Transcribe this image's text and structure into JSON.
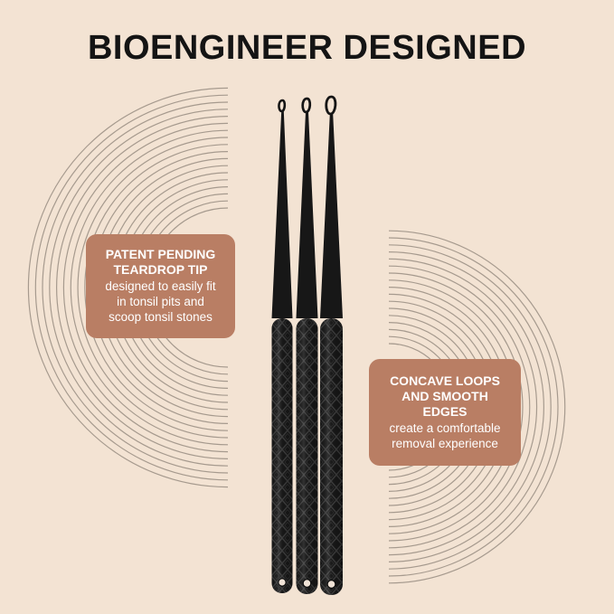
{
  "headline": "BIOENGINEER DESIGNED",
  "callouts": {
    "left": {
      "title_line1": "PATENT PENDING",
      "title_line2": "TEARDROP TIP",
      "body_line1": "designed to easily fit",
      "body_line2": "in tonsil pits and",
      "body_line3": "scoop tonsil stones"
    },
    "right": {
      "title_line1": "CONCAVE LOOPS",
      "title_line2": "AND SMOOTH",
      "title_line3": "EDGES",
      "body_line1": "create a comfortable",
      "body_line2": "removal experience"
    }
  },
  "colors": {
    "background": "#f3e3d3",
    "callout_fill": "#b97e64",
    "tool_black": "#161616",
    "arc_stroke": "#a69a8e",
    "headline_text": "#141414"
  },
  "product": {
    "tool_count": 3,
    "icon": "tonsil-stone-remover-tool"
  }
}
